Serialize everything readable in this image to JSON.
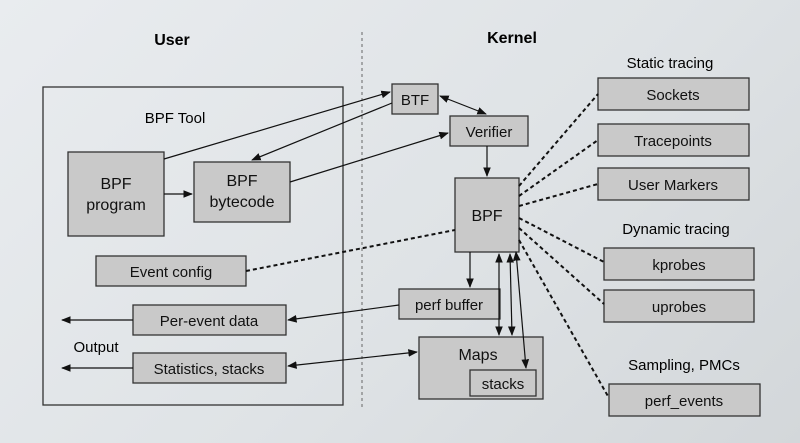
{
  "headers": {
    "user": "User",
    "kernel": "Kernel"
  },
  "labels": {
    "bpf_tool": "BPF Tool",
    "output": "Output",
    "static_tracing": "Static tracing",
    "dynamic_tracing": "Dynamic tracing",
    "sampling_pmcs": "Sampling, PMCs"
  },
  "nodes": {
    "bpf_program": [
      "BPF",
      "program"
    ],
    "bpf_bytecode": [
      "BPF",
      "bytecode"
    ],
    "event_config": "Event config",
    "per_event_data": "Per-event data",
    "statistics_stacks": "Statistics, stacks",
    "btf": "BTF",
    "verifier": "Verifier",
    "bpf": "BPF",
    "perf_buffer": "perf buffer",
    "maps": "Maps",
    "stacks": "stacks",
    "sockets": "Sockets",
    "tracepoints": "Tracepoints",
    "user_markers": "User Markers",
    "kprobes": "kprobes",
    "uprobes": "uprobes",
    "perf_events": "perf_events"
  },
  "colors": {
    "box_fill": "#c9c9c9",
    "stroke": "#333333"
  }
}
